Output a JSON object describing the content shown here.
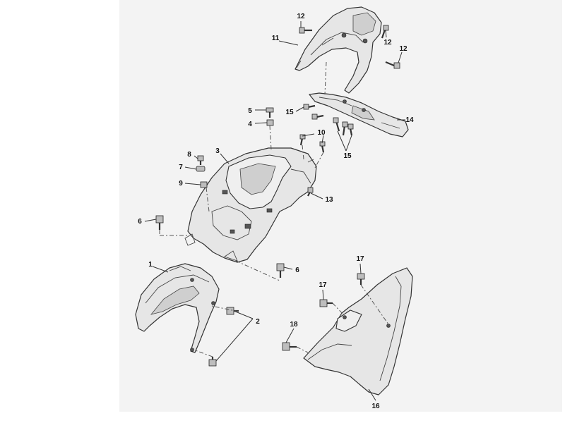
{
  "diagram": {
    "background_color": "#f3f3f3",
    "line_color": "#333333",
    "callouts": [
      {
        "id": "c1",
        "label": "1"
      },
      {
        "id": "c2",
        "label": "2"
      },
      {
        "id": "c3",
        "label": "3"
      },
      {
        "id": "c4",
        "label": "4"
      },
      {
        "id": "c5",
        "label": "5"
      },
      {
        "id": "c6a",
        "label": "6"
      },
      {
        "id": "c6b",
        "label": "6"
      },
      {
        "id": "c7",
        "label": "7"
      },
      {
        "id": "c8",
        "label": "8"
      },
      {
        "id": "c9",
        "label": "9"
      },
      {
        "id": "c10",
        "label": "10"
      },
      {
        "id": "c11",
        "label": "11"
      },
      {
        "id": "c12a",
        "label": "12"
      },
      {
        "id": "c12b",
        "label": "12"
      },
      {
        "id": "c12c",
        "label": "12"
      },
      {
        "id": "c13",
        "label": "13"
      },
      {
        "id": "c14",
        "label": "14"
      },
      {
        "id": "c15a",
        "label": "15"
      },
      {
        "id": "c15b",
        "label": "15"
      },
      {
        "id": "c16",
        "label": "16"
      },
      {
        "id": "c17a",
        "label": "17"
      },
      {
        "id": "c17b",
        "label": "17"
      },
      {
        "id": "c18",
        "label": "18"
      }
    ]
  }
}
